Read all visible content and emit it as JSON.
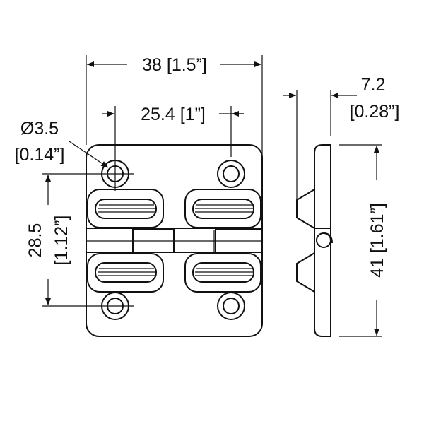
{
  "drawing": {
    "width_dim": "38 [1.5”]",
    "hole_spacing_dim": "25.4 [1”]",
    "hole_diameter_mm": "Ø3.5",
    "hole_diameter_in": "[0.14”]",
    "vertical_spacing_mm": "28.5",
    "vertical_spacing_in": "[1.12”]",
    "thickness_mm": "7.2",
    "thickness_in": "[0.28”]",
    "height_dim": "41 [1.61”]"
  }
}
